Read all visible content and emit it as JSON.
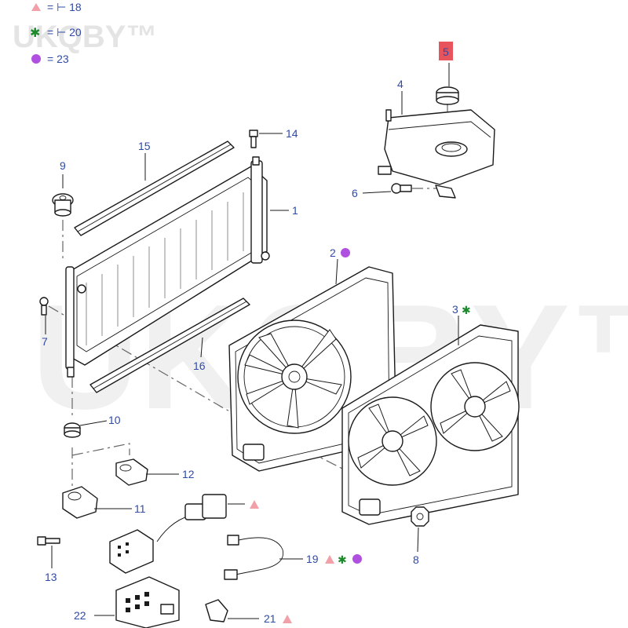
{
  "watermark": {
    "small": "UKQBY™",
    "large": "UKQBY™"
  },
  "legend": [
    {
      "symbols": [
        "triangle"
      ],
      "text": "= ⊢ 18"
    },
    {
      "symbols": [
        "star"
      ],
      "text": "= ⊢ 20"
    },
    {
      "symbols": [
        "circle"
      ],
      "text": "= 23"
    }
  ],
  "callouts": {
    "c1": "1",
    "c2": "2",
    "c3": "3",
    "c4": "4",
    "c5": "5",
    "c6": "6",
    "c7": "7",
    "c8": "8",
    "c9": "9",
    "c10": "10",
    "c11": "11",
    "c12": "12",
    "c13": "13",
    "c14": "14",
    "c15": "15",
    "c16": "16",
    "c19": "19",
    "c21": "21",
    "c22": "22"
  },
  "symbol_colors": {
    "triangle": "#f2a0a8",
    "star": "#1a8a2a",
    "circle": "#b050e0",
    "highlight": "#e8545c"
  }
}
